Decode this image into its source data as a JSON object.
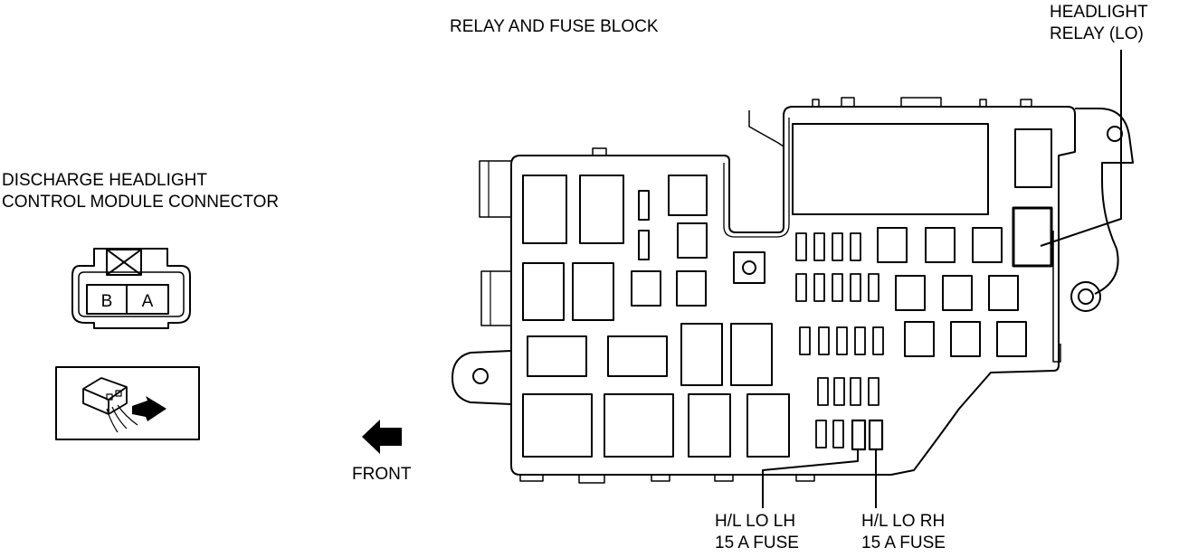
{
  "labels": {
    "fuse_block_title": "RELAY AND FUSE BLOCK",
    "connector_title": [
      "DISCHARGE HEADLIGHT",
      "CONTROL MODULE CONNECTOR"
    ],
    "headlight_relay": [
      "HEADLIGHT",
      "RELAY (LO)"
    ],
    "front": "FRONT",
    "fuse_lh": [
      "H/L LO LH",
      "15 A FUSE"
    ],
    "fuse_rh": [
      "H/L LO RH",
      "15 A FUSE"
    ]
  },
  "connector": {
    "pins": [
      "B",
      "A"
    ]
  },
  "icons": {
    "front_arrow": "left-arrow-icon",
    "harness_view": "connector-harness-side-icon"
  }
}
